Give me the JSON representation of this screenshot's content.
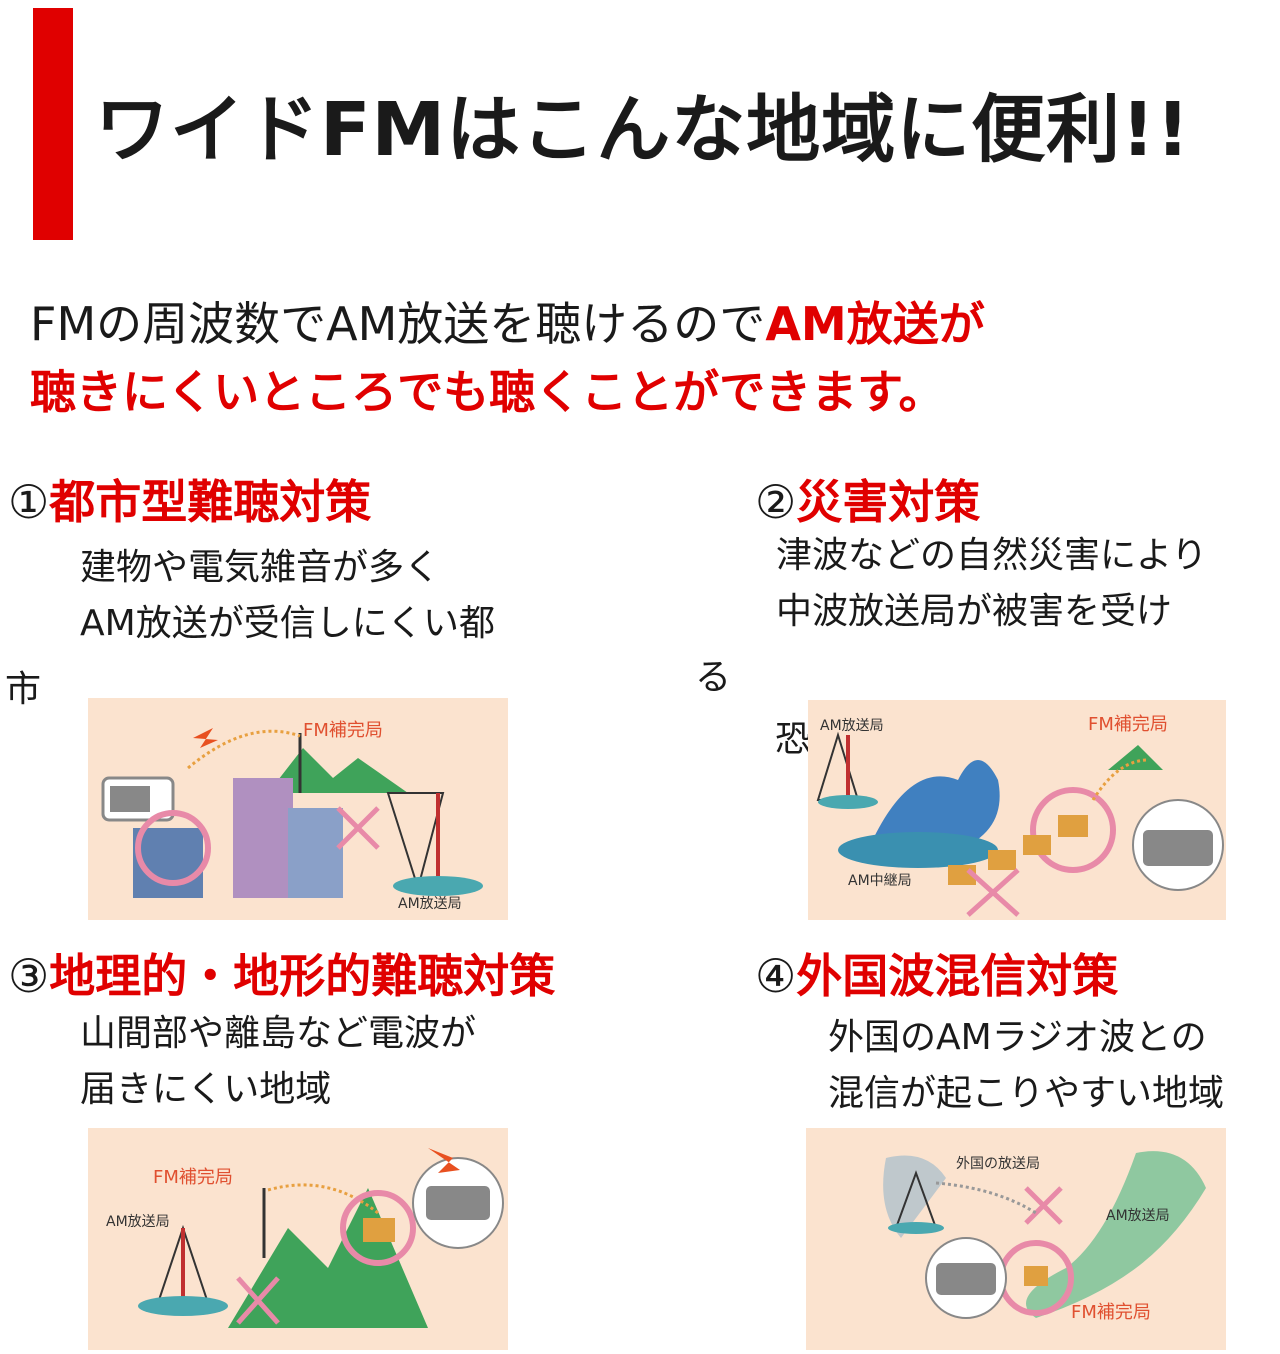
{
  "colors": {
    "accent_red": "#e00000",
    "panel_bg": "#fbe3cf",
    "mountain": "#3fa35a",
    "ring": "#e88aa8"
  },
  "header": {
    "title": "ワイドFMはこんな地域に便利!!"
  },
  "intro": {
    "part1": "FMの周波数でAM放送を聴けるので",
    "highlight1": "AM放送が",
    "highlight2": "聴きにくいところでも聴くことができます。"
  },
  "sections": [
    {
      "num": "①",
      "heading": "都市型難聴対策",
      "line1": "建物や電気雑音が多く",
      "line2": "AM放送が受信しにくい都",
      "tail": "市",
      "labels": {
        "fm": "FM補完局",
        "am": "AM放送局"
      }
    },
    {
      "num": "②",
      "heading": "災害対策",
      "line1": "津波などの自然災害により",
      "line2": "中波放送局が被害を受け",
      "tail1": "る",
      "tail2": "恐",
      "labels": {
        "am": "AM放送局",
        "fm": "FM補完局",
        "relay": "AM中継局"
      }
    },
    {
      "num": "③",
      "heading": "地理的・地形的難聴対策",
      "line1": "山間部や離島など電波が",
      "line2": "届きにくい地域",
      "labels": {
        "fm": "FM補完局",
        "am": "AM放送局"
      }
    },
    {
      "num": "④",
      "heading": "外国波混信対策",
      "line1": "外国のAMラジオ波との",
      "line2": "混信が起こりやすい地域",
      "labels": {
        "foreign": "外国の放送局",
        "am": "AM放送局",
        "fm": "FM補完局"
      }
    }
  ]
}
